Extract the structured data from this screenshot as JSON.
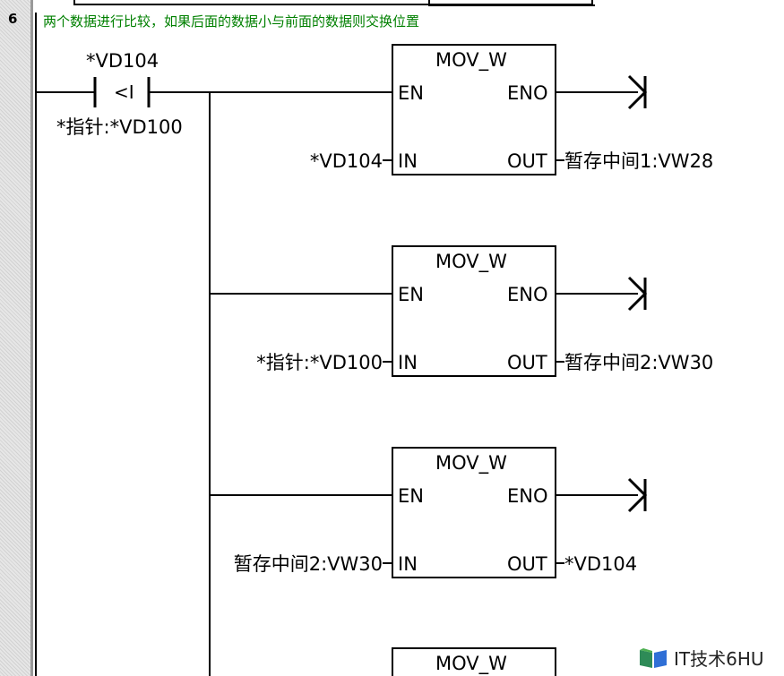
{
  "network": {
    "number": "6",
    "comment": "两个数据进行比较，如果后面的数据小与前面的数据则交换位置"
  },
  "contact": {
    "operand_top": "*VD104",
    "symbol": "<I",
    "operand_bottom": "*指针:*VD100"
  },
  "blocks": [
    {
      "title": "MOV_W",
      "en": "EN",
      "eno": "ENO",
      "in_pin": "IN",
      "out_pin": "OUT",
      "in_value": "*VD104",
      "out_value": "暂存中间1:VW28"
    },
    {
      "title": "MOV_W",
      "en": "EN",
      "eno": "ENO",
      "in_pin": "IN",
      "out_pin": "OUT",
      "in_value": "*指针:*VD100",
      "out_value": "暂存中间2:VW30"
    },
    {
      "title": "MOV_W",
      "en": "EN",
      "eno": "ENO",
      "in_pin": "IN",
      "out_pin": "OUT",
      "in_value": "暂存中间2:VW30",
      "out_value": "*VD104"
    },
    {
      "title": "MOV_W"
    }
  ],
  "watermark": {
    "text": "IT技术6HU",
    "icon": "book-icon"
  },
  "colors": {
    "comment": "#008000",
    "line": "#000000"
  }
}
